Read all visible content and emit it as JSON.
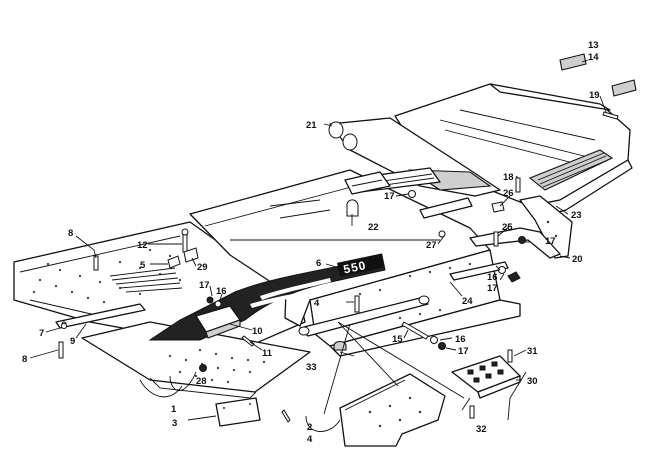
{
  "decal_text": "550",
  "callouts": [
    {
      "id": "c1",
      "text": "1"
    },
    {
      "id": "c2",
      "text": "2"
    },
    {
      "id": "c3",
      "text": "3"
    },
    {
      "id": "c4a",
      "text": "4"
    },
    {
      "id": "c4b",
      "text": "4"
    },
    {
      "id": "c5",
      "text": "5"
    },
    {
      "id": "c6",
      "text": "6"
    },
    {
      "id": "c7",
      "text": "7"
    },
    {
      "id": "c8a",
      "text": "8"
    },
    {
      "id": "c8b",
      "text": "8"
    },
    {
      "id": "c9",
      "text": "9"
    },
    {
      "id": "c10",
      "text": "10"
    },
    {
      "id": "c11",
      "text": "11"
    },
    {
      "id": "c12",
      "text": "12"
    },
    {
      "id": "c13",
      "text": "13"
    },
    {
      "id": "c14",
      "text": "14"
    },
    {
      "id": "c15",
      "text": "15"
    },
    {
      "id": "c16a",
      "text": "16"
    },
    {
      "id": "c16b",
      "text": "16"
    },
    {
      "id": "c16c",
      "text": "16"
    },
    {
      "id": "c17a",
      "text": "17"
    },
    {
      "id": "c17b",
      "text": "17"
    },
    {
      "id": "c17c",
      "text": "17"
    },
    {
      "id": "c17d",
      "text": "17"
    },
    {
      "id": "c17e",
      "text": "17"
    },
    {
      "id": "c18",
      "text": "18"
    },
    {
      "id": "c19",
      "text": "19"
    },
    {
      "id": "c20",
      "text": "20"
    },
    {
      "id": "c21",
      "text": "21"
    },
    {
      "id": "c22",
      "text": "22"
    },
    {
      "id": "c23",
      "text": "23"
    },
    {
      "id": "c24",
      "text": "24"
    },
    {
      "id": "c25",
      "text": "25"
    },
    {
      "id": "c26",
      "text": "26"
    },
    {
      "id": "c27",
      "text": "27"
    },
    {
      "id": "c28",
      "text": "28"
    },
    {
      "id": "c29",
      "text": "29"
    },
    {
      "id": "c30",
      "text": "30"
    },
    {
      "id": "c31",
      "text": "31"
    },
    {
      "id": "c32",
      "text": "32"
    },
    {
      "id": "c33",
      "text": "33"
    }
  ]
}
